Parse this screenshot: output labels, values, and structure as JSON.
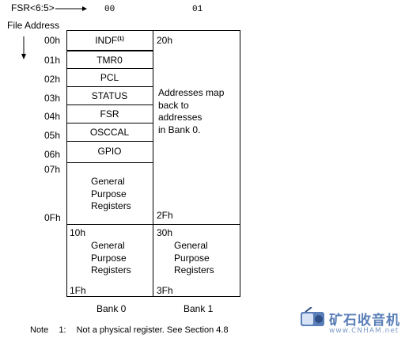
{
  "header": {
    "fsr_label": "FSR<6:5>",
    "bank0_code": "00",
    "bank1_code": "01",
    "file_address_label": "File Address"
  },
  "bank0": {
    "registers": [
      {
        "addr": "00h",
        "name": "INDF",
        "note": "(1)"
      },
      {
        "addr": "01h",
        "name": "TMR0"
      },
      {
        "addr": "02h",
        "name": "PCL"
      },
      {
        "addr": "03h",
        "name": "STATUS"
      },
      {
        "addr": "04h",
        "name": "FSR"
      },
      {
        "addr": "05h",
        "name": "OSCCAL"
      },
      {
        "addr": "06h",
        "name": "GPIO"
      }
    ],
    "gpr_start_addr": "07h",
    "gpr_end_addr": "0Fh",
    "gpr_label": [
      "General",
      "Purpose",
      "Registers"
    ],
    "upper_start": "10h",
    "upper_end": "1Fh",
    "upper_label": [
      "General",
      "Purpose",
      "Registers"
    ],
    "label": "Bank 0"
  },
  "bank1": {
    "start": "20h",
    "map_text": [
      "Addresses map",
      "back to",
      "addresses",
      "in Bank 0."
    ],
    "end": "2Fh",
    "upper_start": "30h",
    "upper_end": "3Fh",
    "upper_label": [
      "General",
      "Purpose",
      "Registers"
    ],
    "label": "Bank 1"
  },
  "footnote": {
    "prefix": "Note",
    "number": "1:",
    "text": "Not a physical register. See Section 4.8"
  },
  "watermark": {
    "text": "矿石收音机",
    "url": "www.CNHAM.net"
  }
}
